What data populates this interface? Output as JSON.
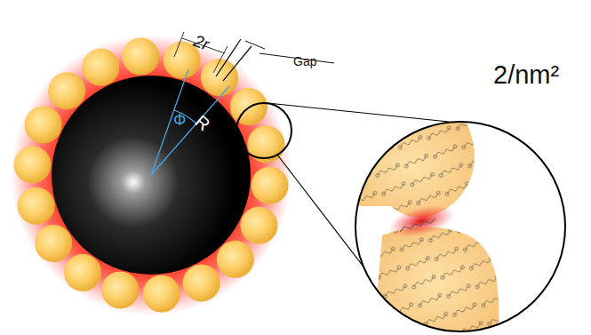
{
  "diagram": {
    "labels": [
      "2r",
      "Gap",
      "Φ",
      "R",
      "2/nm²"
    ]
  }
}
